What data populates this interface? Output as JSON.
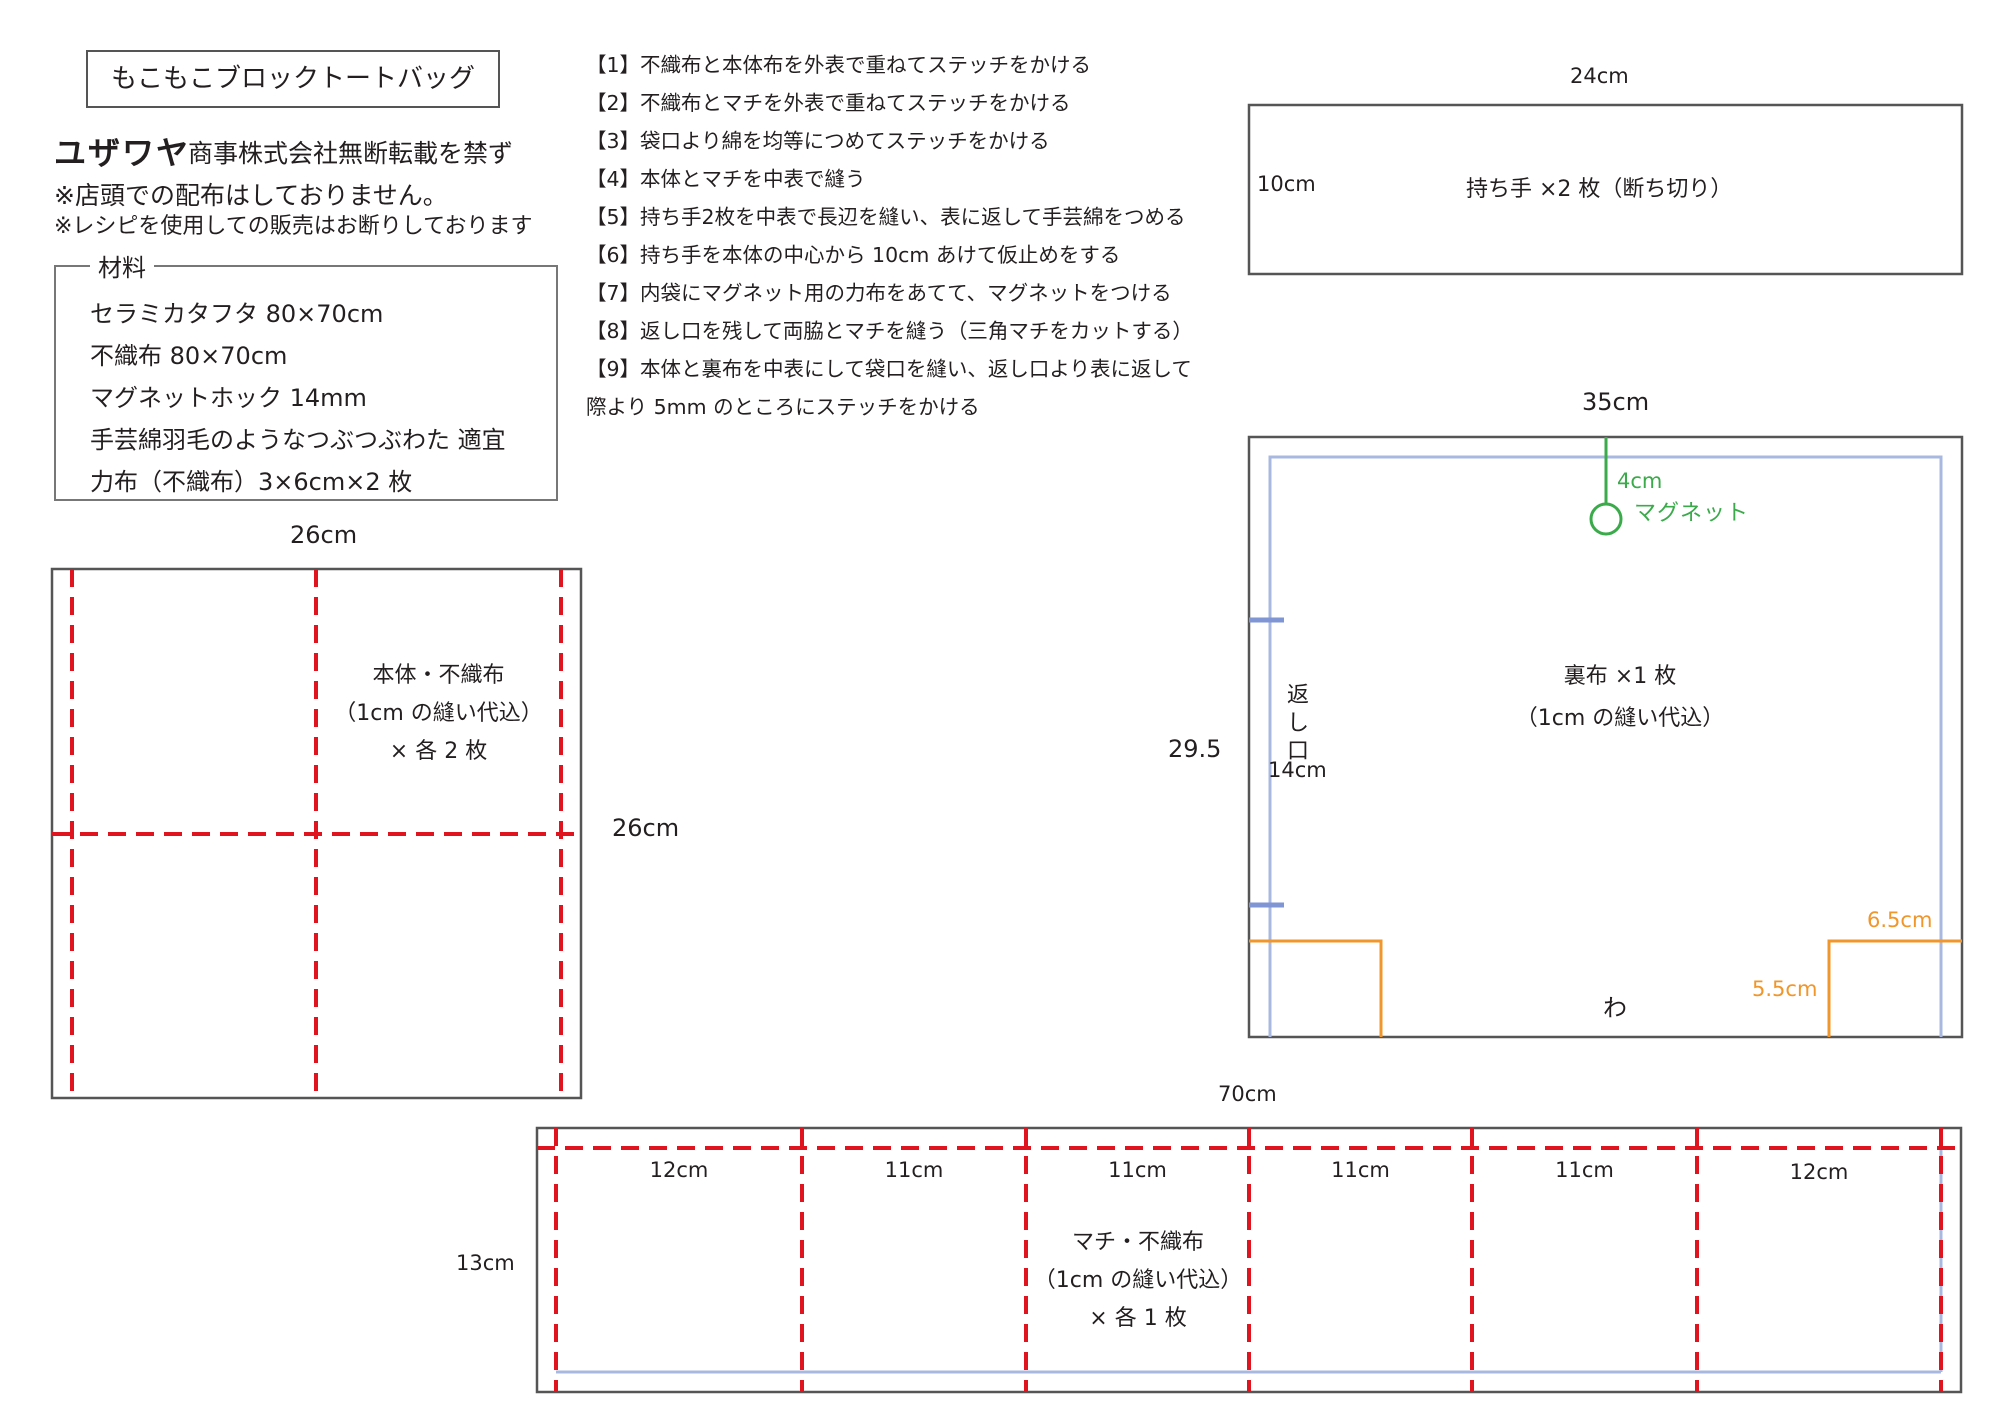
{
  "header": {
    "title": "もこもこブロックトートバッグ",
    "brand": "ユザワヤ",
    "copyright": "商事株式会社無断転載を禁ず",
    "note_store": "※店頭での配布はしておりません。",
    "note_sale": "※レシピを使用しての販売はお断りしております"
  },
  "materials": {
    "label": "材料",
    "items": [
      "セラミカタフタ 80×70cm",
      "不織布 80×70cm",
      "マグネットホック 14mm",
      "手芸綿羽毛のようなつぶつぶわた 適宜",
      "力布（不織布）3×6cm×2 枚"
    ]
  },
  "steps": [
    "【1】不織布と本体布を外表で重ねてステッチをかける",
    "【2】不織布とマチを外表で重ねてステッチをかける",
    "【3】袋口より綿を均等につめてステッチをかける",
    "【4】本体とマチを中表で縫う",
    "【5】持ち手2枚を中表で長辺を縫い、表に返して手芸綿をつめる",
    "【6】持ち手を本体の中心から 10cm あけて仮止めをする",
    "【7】内袋にマグネット用の力布をあてて、マグネットをつける",
    "【8】返し口を残して両脇とマチを縫う（三角マチをカットする）",
    "【9】本体と裏布を中表にして袋口を縫い、返し口より表に返して",
    "際より 5mm のところにステッチをかける"
  ],
  "handle": {
    "width_label": "24cm",
    "height_label": "10cm",
    "name": "持ち手 ×2 枚（断ち切り）"
  },
  "lining": {
    "width_label": "35cm",
    "height_label": "29.5",
    "magnet_offset": "4cm",
    "magnet_label": "マグネット",
    "opening_label": "返し口",
    "opening_size": "14cm",
    "name": "裏布 ×1 枚",
    "seam_note": "（1cm の縫い代込）",
    "corner_w": "6.5cm",
    "corner_h": "5.5cm",
    "fold_label": "わ"
  },
  "body": {
    "width_label": "26cm",
    "height_label": "26cm",
    "name": "本体・不織布",
    "seam_note": "（1cm の縫い代込）",
    "qty": "× 各 2 枚"
  },
  "gusset": {
    "width_label": "70cm",
    "height_label": "13cm",
    "segments": [
      "12cm",
      "11cm",
      "11cm",
      "11cm",
      "11cm",
      "12cm"
    ],
    "name": "マチ・不織布",
    "seam_note": "（1cm の縫い代込）",
    "qty": "× 各 1 枚"
  },
  "colors": {
    "outline": "#555555",
    "stitch": "#e0141e",
    "seam": "#a9b8e0",
    "magnet": "#3aaa4a",
    "corner": "#f0962a"
  }
}
